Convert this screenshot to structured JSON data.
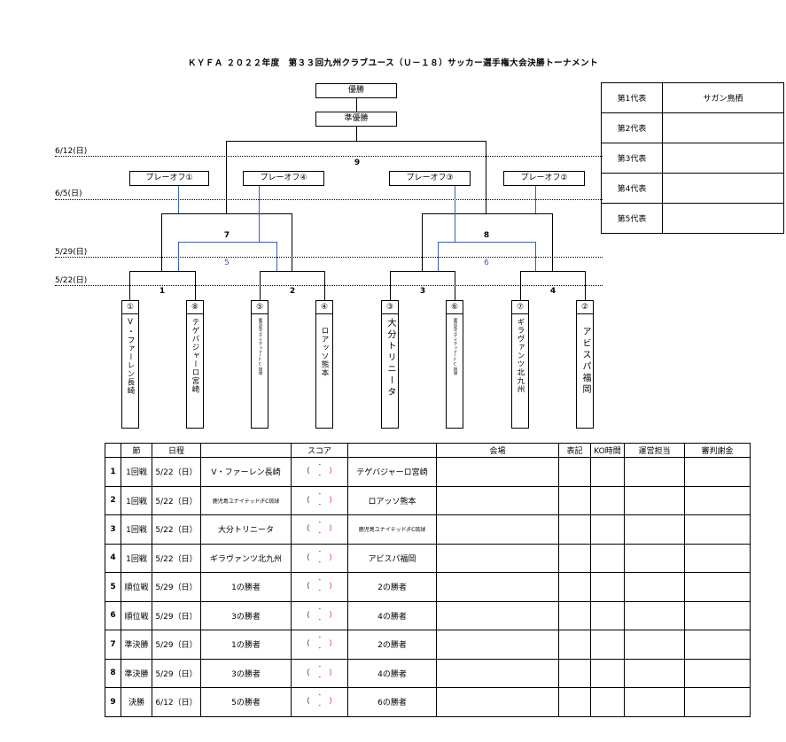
{
  "title": "ＫＹＦＡ ２０２２年度　第３３回九州クラブユース（Ｕ－１８）サッカー選手権大会決勝トーナメント",
  "top_boxes": {
    "champion": "優勝",
    "runner_up": "準優勝"
  },
  "playoffs": [
    "プレーオフ①",
    "プレーオフ④",
    "プレーオフ③",
    "プレーオフ②"
  ],
  "dates": [
    "6/12(日)",
    "6/5(日)",
    "5/29(日)",
    "5/22(日)"
  ],
  "round_numbers": [
    "9",
    "7",
    "8",
    "1",
    "2",
    "3",
    "4"
  ],
  "blue_numbers": [
    "5",
    "6"
  ],
  "teams": [
    {
      "seed": "①",
      "name": "V・ファーレン長崎"
    },
    {
      "seed": "⑧",
      "name": "テゲバジャーロ宮崎"
    },
    {
      "seed": "⑤",
      "name": "鹿児島ユナイテッド/FC琉球"
    },
    {
      "seed": "④",
      "name": "ロアッソ熊本"
    },
    {
      "seed": "③",
      "name": "大分トリニータ"
    },
    {
      "seed": "⑥",
      "name": "鹿児島ユナイテッド/FC琉球"
    },
    {
      "seed": "⑦",
      "name": "ギラヴァンツ北九州"
    },
    {
      "seed": "②",
      "name": "アビスパ福岡"
    }
  ],
  "representatives": [
    {
      "label": "第1代表",
      "value": "サガン鳥栖"
    },
    {
      "label": "第2代表",
      "value": ""
    },
    {
      "label": "第3代表",
      "value": ""
    },
    {
      "label": "第4代表",
      "value": ""
    },
    {
      "label": "第5代表",
      "value": ""
    }
  ],
  "schedule": {
    "headers": {
      "no": "",
      "section": "節",
      "date": "日程",
      "score": "スコア",
      "venue": "会場",
      "award": "表記",
      "ko": "KO時間",
      "operation": "運営担当",
      "referee": "審判謝金"
    },
    "score_marks": {
      "open": "（",
      "close": "）",
      "dash": "-"
    },
    "rows": [
      {
        "no": "1",
        "section": "1回戦",
        "date": "5/22（日）",
        "home": "V・ファーレン長崎",
        "away": "テゲバジャーロ宮崎"
      },
      {
        "no": "2",
        "section": "1回戦",
        "date": "5/22（日）",
        "home": "鹿児島ユナイテッド/FC琉球",
        "away": "ロアッソ熊本"
      },
      {
        "no": "3",
        "section": "1回戦",
        "date": "5/22（日）",
        "home": "大分トリニータ",
        "away": "鹿児島ユナイテッド/FC琉球"
      },
      {
        "no": "4",
        "section": "1回戦",
        "date": "5/22（日）",
        "home": "ギラヴァンツ北九州",
        "away": "アビスパ福岡"
      },
      {
        "no": "5",
        "section": "順位戦",
        "date": "5/29（日）",
        "home": "1の勝者",
        "away": "2の勝者"
      },
      {
        "no": "6",
        "section": "順位戦",
        "date": "5/29（日）",
        "home": "3の勝者",
        "away": "4の勝者"
      },
      {
        "no": "7",
        "section": "準決勝",
        "date": "5/29（日）",
        "home": "1の勝者",
        "away": "2の勝者"
      },
      {
        "no": "8",
        "section": "準決勝",
        "date": "5/29（日）",
        "home": "3の勝者",
        "away": "4の勝者"
      },
      {
        "no": "9",
        "section": "決勝",
        "date": "6/12（日）",
        "home": "5の勝者",
        "away": "6の勝者"
      }
    ]
  }
}
